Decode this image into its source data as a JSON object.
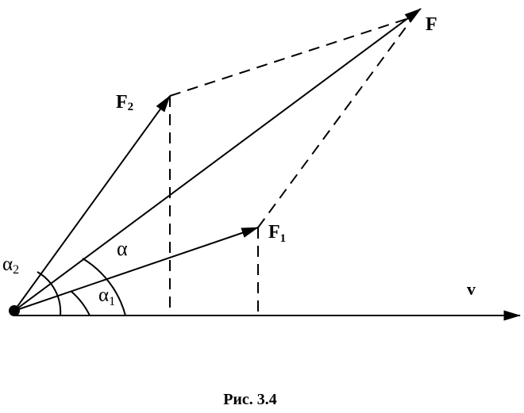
{
  "labels": {
    "F": "F",
    "F1_main": "F",
    "F1_sub": "1",
    "F2_main": "F",
    "F2_sub": "2",
    "v": "v",
    "alpha": "α",
    "alpha1_main": "α",
    "alpha1_sub": "1",
    "alpha2_main": "α",
    "alpha2_sub": "2"
  },
  "caption": "Рис. 3.4",
  "colors": {
    "stroke": "#000000",
    "background": "#ffffff"
  }
}
